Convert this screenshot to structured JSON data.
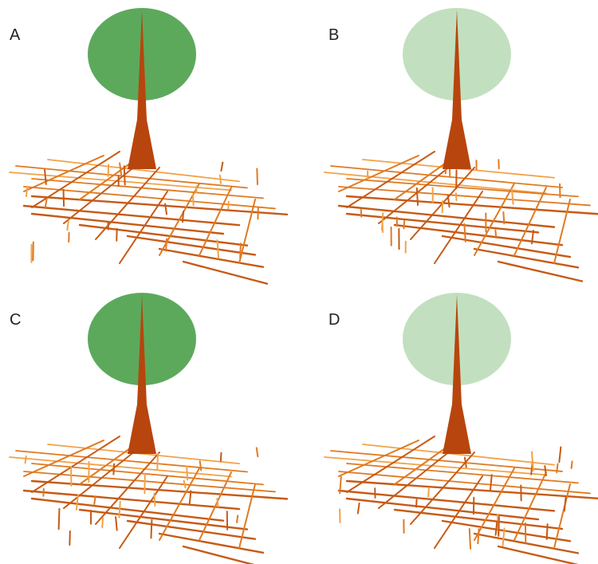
{
  "figure": {
    "panels": [
      {
        "label": "A",
        "crown_shade": "dark",
        "crown_color": "#3f9a3f",
        "crown_opacity": 0.85
      },
      {
        "label": "B",
        "crown_shade": "light",
        "crown_color": "#8fc78a",
        "crown_opacity": 0.55
      },
      {
        "label": "C",
        "crown_shade": "dark",
        "crown_color": "#3f9a3f",
        "crown_opacity": 0.85
      },
      {
        "label": "D",
        "crown_shade": "light",
        "crown_color": "#8fc78a",
        "crown_opacity": 0.55
      }
    ],
    "colors": {
      "trunk": "#b8450e",
      "root_dark": "#c65a15",
      "root_mid": "#e07a22",
      "root_light": "#f2a24a",
      "background": "#ffffff"
    }
  }
}
